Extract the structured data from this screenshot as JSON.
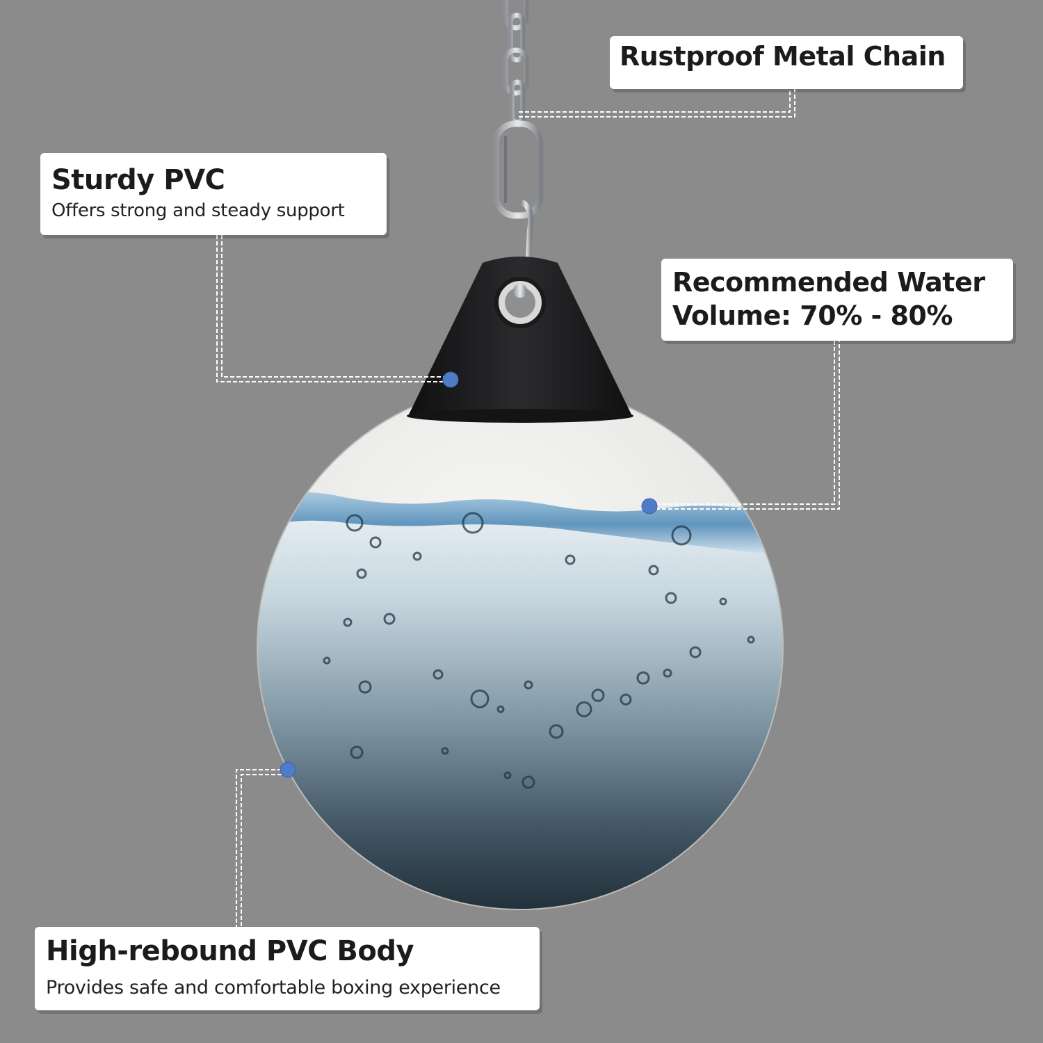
{
  "callouts": {
    "chain": {
      "title": "Rustproof Metal Chain"
    },
    "pvc": {
      "title": "Sturdy PVC",
      "subtitle": "Offers strong and steady support"
    },
    "water": {
      "title_line1": "Recommended Water",
      "title_line2": "Volume: 70% - 80%"
    },
    "body": {
      "title": "High-rebound PVC Body",
      "subtitle": "Provides safe and comfortable boxing experience"
    }
  },
  "colors": {
    "background": "#8b8b8b",
    "callout_dot": "#4e7cc8",
    "bag_top": "#1d1d1f",
    "bag_body": "#eeeeec",
    "water_deep": "#24333d"
  },
  "icons": [
    "chain-icon",
    "carabiner-icon",
    "water-bag-icon"
  ]
}
